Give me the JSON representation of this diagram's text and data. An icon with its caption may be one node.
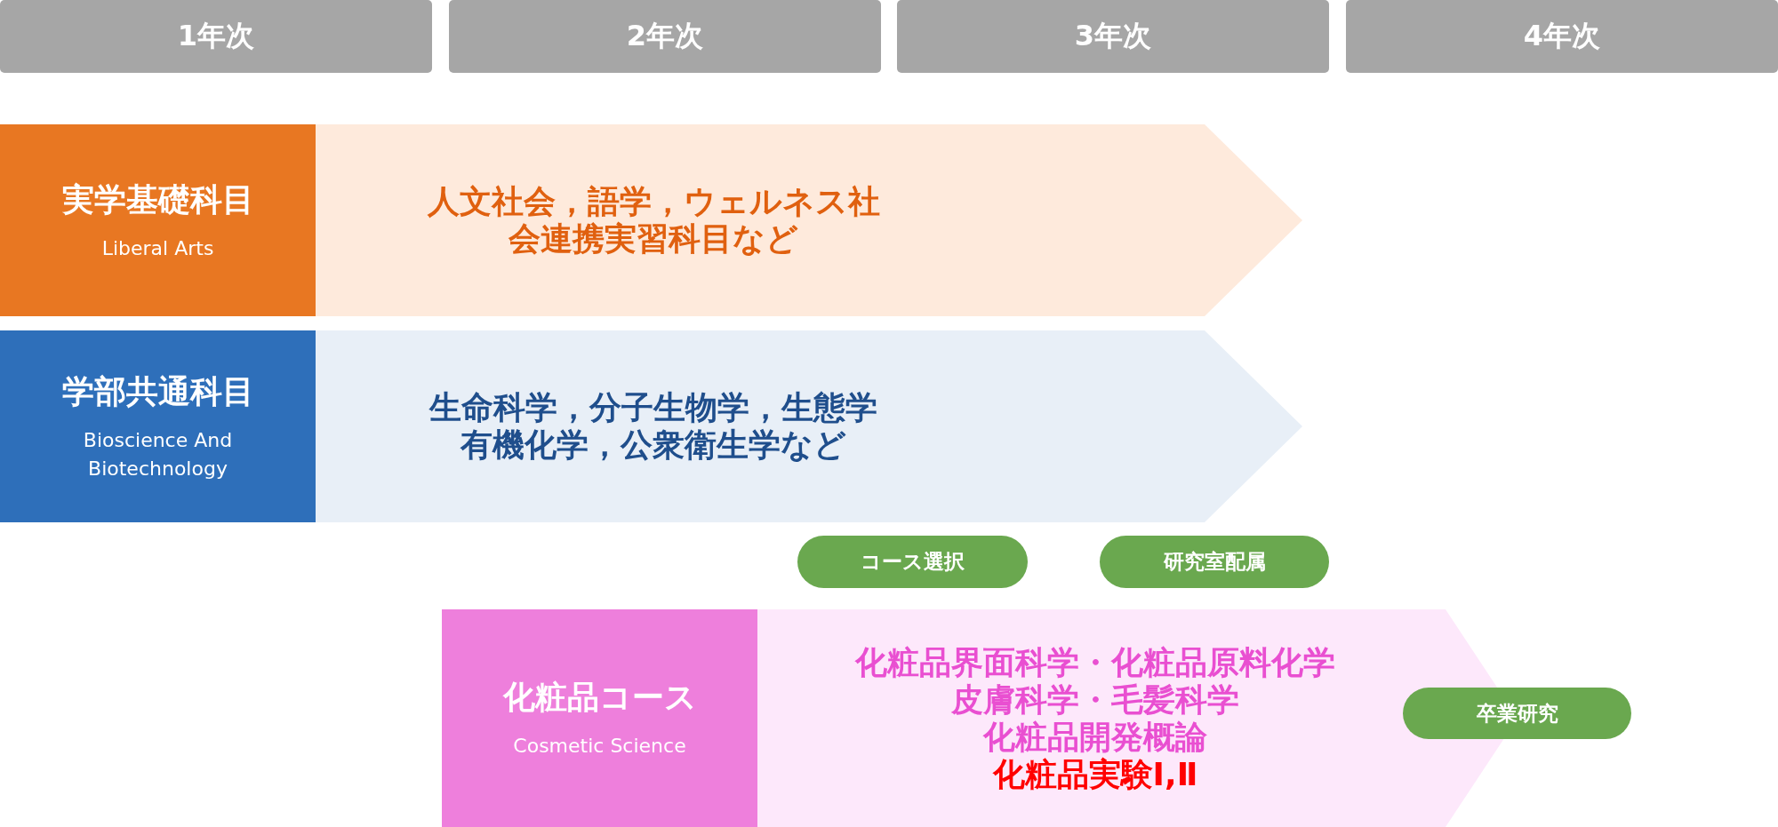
{
  "diagram": {
    "nodes": [
      {
        "text": [
          "1年次"
        ]
      },
      {
        "text": [
          "2年次"
        ]
      },
      {
        "text": [
          "3年次"
        ]
      },
      {
        "text": [
          "4年次"
        ]
      },
      {
        "text": [
          "実学基礎科目",
          "Liberal Arts"
        ]
      },
      {
        "text": [
          "人文社会，語学，ウェルネス社会連携実習科目など"
        ]
      },
      {
        "text": [
          "学部共通科目",
          "Bioscience And Biotechnology"
        ]
      },
      {
        "text": [
          "生命科学，分子生物学，生態学有機化学，公衆衛生学など"
        ]
      },
      {
        "text": [
          "コース選択"
        ]
      },
      {
        "text": [
          "研究室配属"
        ]
      },
      {
        "text": [
          "化粧品コース",
          "Cosmetic Science"
        ]
      },
      {
        "text": [
          "化粧品界面科学・化粧品原料化学",
          "皮膚科学・毛髪科学",
          "化粧品開発概論",
          "化粧品実験Ⅰ,Ⅱ"
        ]
      },
      {
        "text": [
          "卒業研究"
        ]
      }
    ],
    "edges": []
  }
}
